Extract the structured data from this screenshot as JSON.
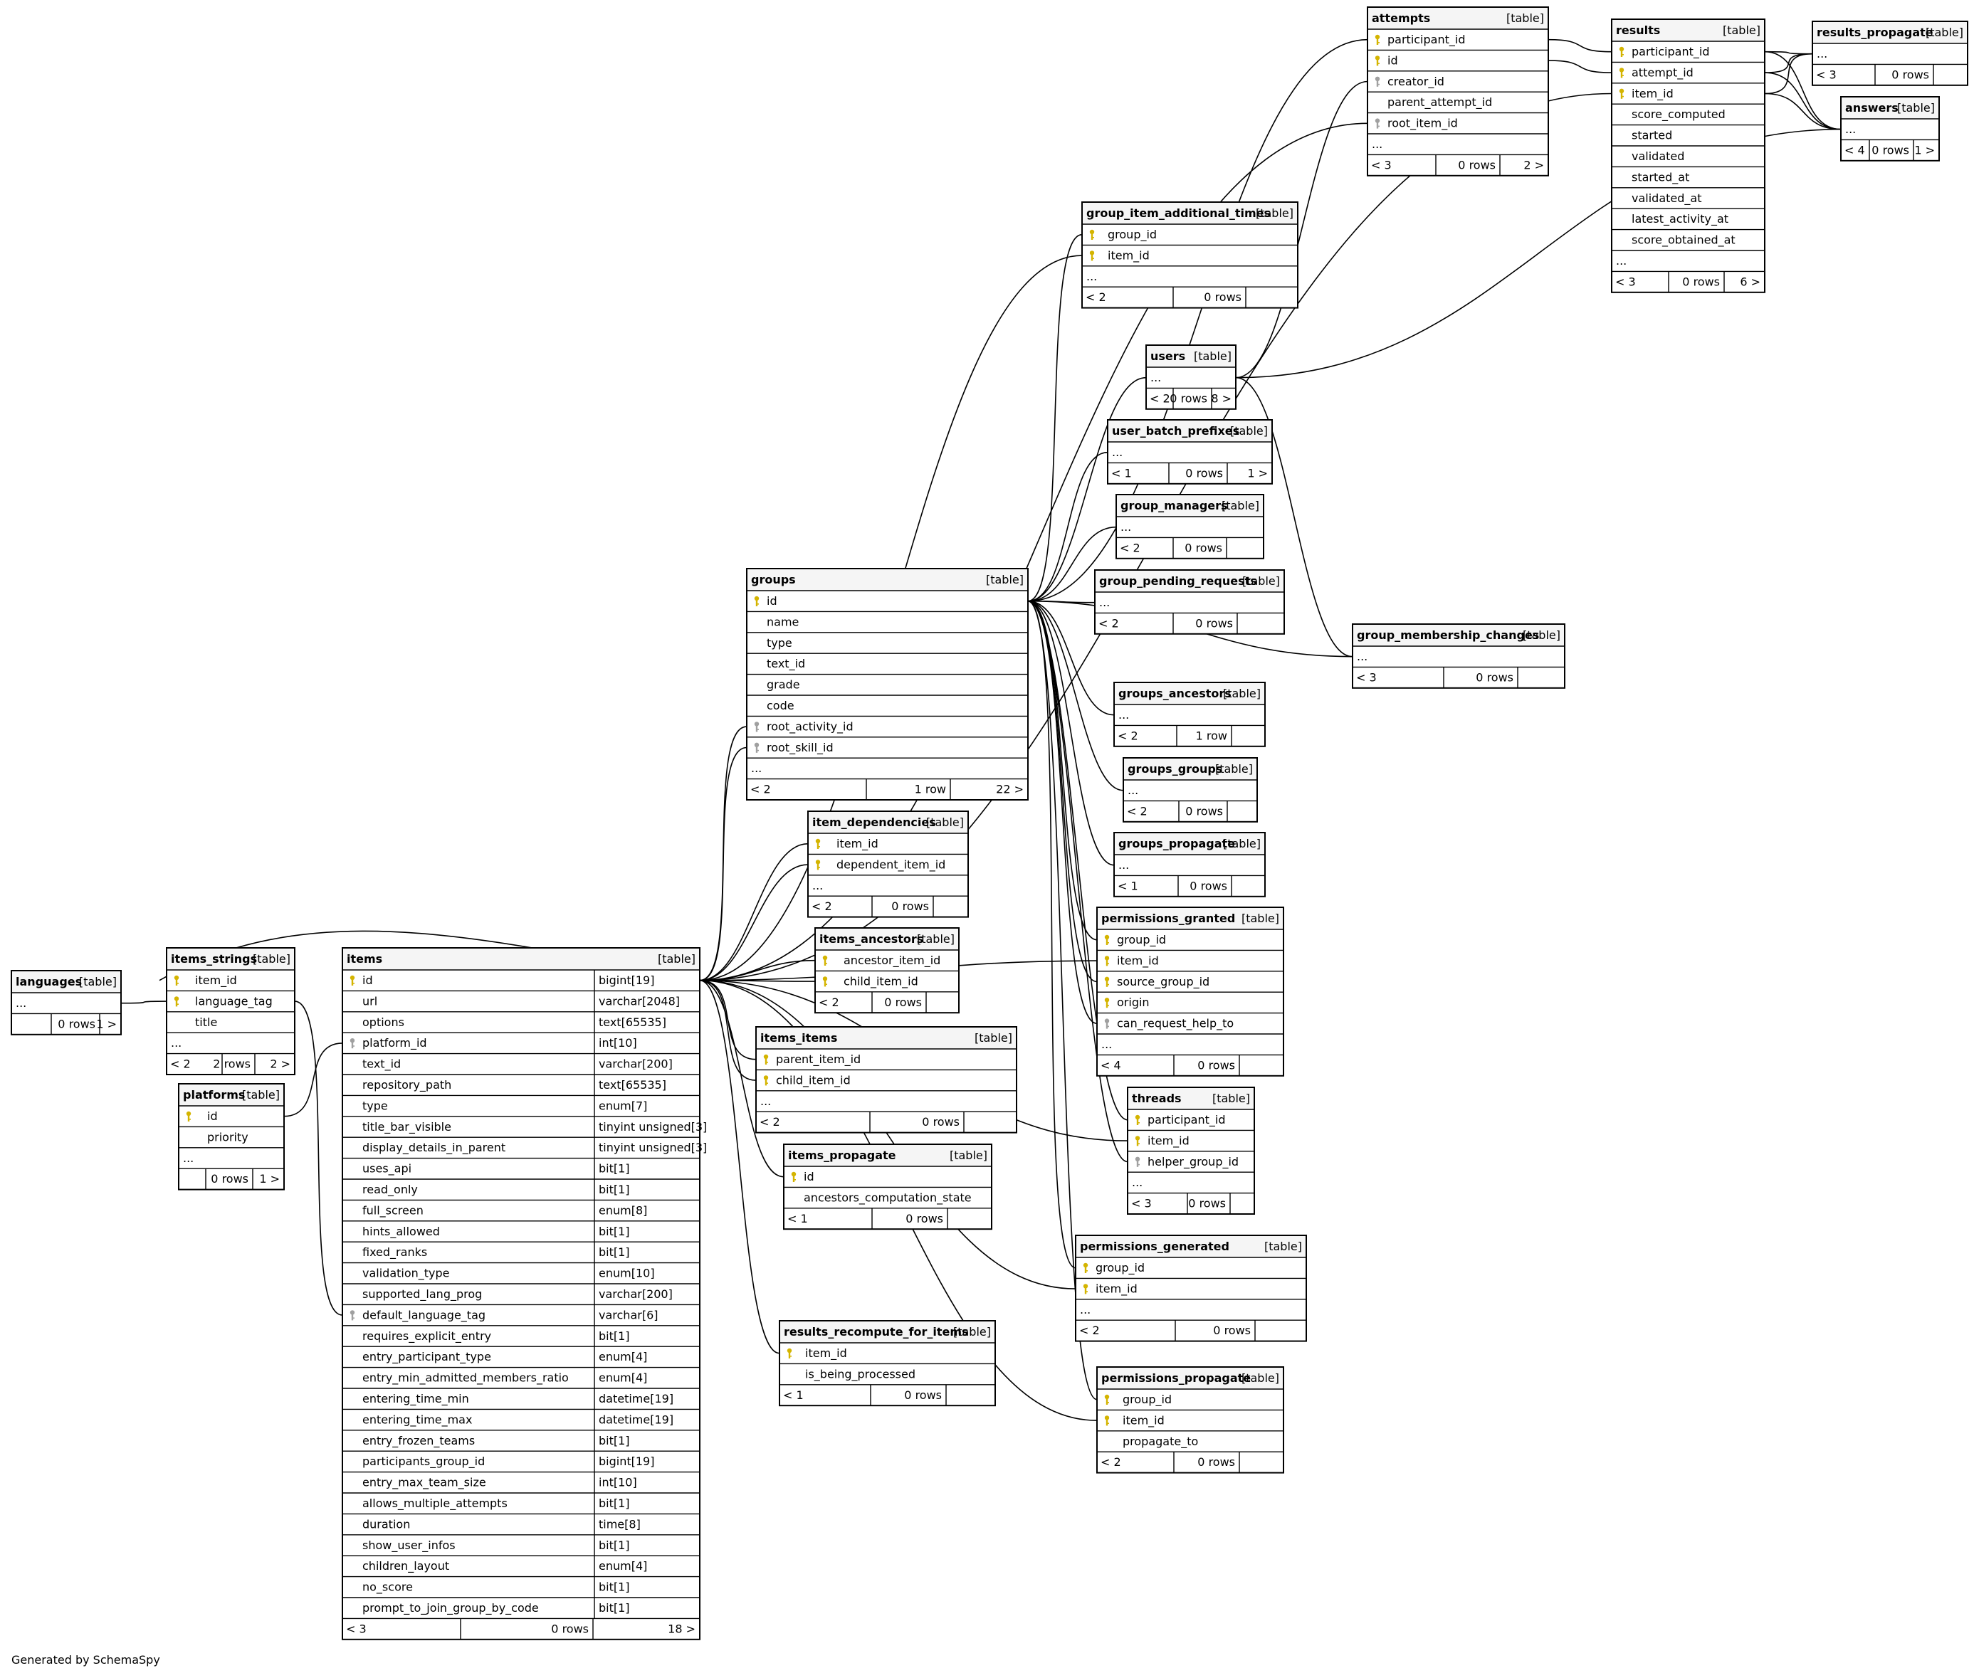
{
  "footer_text": "Generated by SchemaSpy",
  "colors": {
    "primary_key": "#d4b400",
    "foreign_key": "#a0a0a0",
    "line": "#000000"
  },
  "tables": [
    {
      "name": "languages",
      "tag": "[table]",
      "columns": [
        {
          "name": "...",
          "key": ""
        }
      ],
      "footer": [
        "",
        "0 rows",
        "1 >"
      ]
    },
    {
      "name": "items_strings",
      "tag": "[table]",
      "columns": [
        {
          "name": "item_id",
          "key": "pk"
        },
        {
          "name": "language_tag",
          "key": "pk"
        },
        {
          "name": "title",
          "key": ""
        },
        {
          "name": "...",
          "key": ""
        }
      ],
      "footer": [
        "< 2",
        "2 rows",
        "2 >"
      ]
    },
    {
      "name": "platforms",
      "tag": "[table]",
      "columns": [
        {
          "name": "id",
          "key": "pk"
        },
        {
          "name": "priority",
          "key": ""
        },
        {
          "name": "...",
          "key": ""
        }
      ],
      "footer": [
        "",
        "0 rows",
        "1 >"
      ]
    },
    {
      "name": "items",
      "tag": "[table]",
      "columns": [
        {
          "name": "id",
          "key": "pk",
          "type": "bigint[19]"
        },
        {
          "name": "url",
          "key": "",
          "type": "varchar[2048]"
        },
        {
          "name": "options",
          "key": "",
          "type": "text[65535]"
        },
        {
          "name": "platform_id",
          "key": "fk",
          "type": "int[10]"
        },
        {
          "name": "text_id",
          "key": "",
          "type": "varchar[200]"
        },
        {
          "name": "repository_path",
          "key": "",
          "type": "text[65535]"
        },
        {
          "name": "type",
          "key": "",
          "type": "enum[7]"
        },
        {
          "name": "title_bar_visible",
          "key": "",
          "type": "tinyint unsigned[3]"
        },
        {
          "name": "display_details_in_parent",
          "key": "",
          "type": "tinyint unsigned[3]"
        },
        {
          "name": "uses_api",
          "key": "",
          "type": "bit[1]"
        },
        {
          "name": "read_only",
          "key": "",
          "type": "bit[1]"
        },
        {
          "name": "full_screen",
          "key": "",
          "type": "enum[8]"
        },
        {
          "name": "hints_allowed",
          "key": "",
          "type": "bit[1]"
        },
        {
          "name": "fixed_ranks",
          "key": "",
          "type": "bit[1]"
        },
        {
          "name": "validation_type",
          "key": "",
          "type": "enum[10]"
        },
        {
          "name": "supported_lang_prog",
          "key": "",
          "type": "varchar[200]"
        },
        {
          "name": "default_language_tag",
          "key": "fk",
          "type": "varchar[6]"
        },
        {
          "name": "requires_explicit_entry",
          "key": "",
          "type": "bit[1]"
        },
        {
          "name": "entry_participant_type",
          "key": "",
          "type": "enum[4]"
        },
        {
          "name": "entry_min_admitted_members_ratio",
          "key": "",
          "type": "enum[4]"
        },
        {
          "name": "entering_time_min",
          "key": "",
          "type": "datetime[19]"
        },
        {
          "name": "entering_time_max",
          "key": "",
          "type": "datetime[19]"
        },
        {
          "name": "entry_frozen_teams",
          "key": "",
          "type": "bit[1]"
        },
        {
          "name": "participants_group_id",
          "key": "",
          "type": "bigint[19]"
        },
        {
          "name": "entry_max_team_size",
          "key": "",
          "type": "int[10]"
        },
        {
          "name": "allows_multiple_attempts",
          "key": "",
          "type": "bit[1]"
        },
        {
          "name": "duration",
          "key": "",
          "type": "time[8]"
        },
        {
          "name": "show_user_infos",
          "key": "",
          "type": "bit[1]"
        },
        {
          "name": "children_layout",
          "key": "",
          "type": "enum[4]"
        },
        {
          "name": "no_score",
          "key": "",
          "type": "bit[1]"
        },
        {
          "name": "prompt_to_join_group_by_code",
          "key": "",
          "type": "bit[1]"
        }
      ],
      "footer": [
        "< 3",
        "0 rows",
        "18 >"
      ]
    },
    {
      "name": "groups",
      "tag": "[table]",
      "columns": [
        {
          "name": "id",
          "key": "pk"
        },
        {
          "name": "name",
          "key": ""
        },
        {
          "name": "type",
          "key": ""
        },
        {
          "name": "text_id",
          "key": ""
        },
        {
          "name": "grade",
          "key": ""
        },
        {
          "name": "code",
          "key": ""
        },
        {
          "name": "root_activity_id",
          "key": "fk"
        },
        {
          "name": "root_skill_id",
          "key": "fk"
        },
        {
          "name": "...",
          "key": ""
        }
      ],
      "footer": [
        "< 2",
        "1 row",
        "22 >"
      ]
    },
    {
      "name": "item_dependencies",
      "tag": "[table]",
      "columns": [
        {
          "name": "item_id",
          "key": "pk"
        },
        {
          "name": "dependent_item_id",
          "key": "pk"
        },
        {
          "name": "...",
          "key": ""
        }
      ],
      "footer": [
        "< 2",
        "0 rows",
        ""
      ]
    },
    {
      "name": "items_ancestors",
      "tag": "[table]",
      "columns": [
        {
          "name": "ancestor_item_id",
          "key": "pk"
        },
        {
          "name": "child_item_id",
          "key": "pk"
        }
      ],
      "footer": [
        "< 2",
        "0 rows",
        ""
      ]
    },
    {
      "name": "items_items",
      "tag": "[table]",
      "columns": [
        {
          "name": "parent_item_id",
          "key": "pk"
        },
        {
          "name": "child_item_id",
          "key": "pk"
        },
        {
          "name": "...",
          "key": ""
        }
      ],
      "footer": [
        "< 2",
        "0 rows",
        ""
      ]
    },
    {
      "name": "items_propagate",
      "tag": "[table]",
      "columns": [
        {
          "name": "id",
          "key": "pk"
        },
        {
          "name": "ancestors_computation_state",
          "key": ""
        }
      ],
      "footer": [
        "< 1",
        "0 rows",
        ""
      ]
    },
    {
      "name": "results_recompute_for_items",
      "tag": "[table]",
      "columns": [
        {
          "name": "item_id",
          "key": "pk"
        },
        {
          "name": "is_being_processed",
          "key": ""
        }
      ],
      "footer": [
        "< 1",
        "0 rows",
        ""
      ]
    },
    {
      "name": "group_item_additional_times",
      "tag": "[table]",
      "columns": [
        {
          "name": "group_id",
          "key": "pk"
        },
        {
          "name": "item_id",
          "key": "pk"
        },
        {
          "name": "...",
          "key": ""
        }
      ],
      "footer": [
        "< 2",
        "0 rows",
        ""
      ]
    },
    {
      "name": "users",
      "tag": "[table]",
      "columns": [
        {
          "name": "...",
          "key": ""
        }
      ],
      "footer": [
        "< 2",
        "0 rows",
        "8 >"
      ]
    },
    {
      "name": "user_batch_prefixes",
      "tag": "[table]",
      "columns": [
        {
          "name": "...",
          "key": ""
        }
      ],
      "footer": [
        "< 1",
        "0 rows",
        "1 >"
      ]
    },
    {
      "name": "group_managers",
      "tag": "[table]",
      "columns": [
        {
          "name": "...",
          "key": ""
        }
      ],
      "footer": [
        "< 2",
        "0 rows",
        ""
      ]
    },
    {
      "name": "group_pending_requests",
      "tag": "[table]",
      "columns": [
        {
          "name": "...",
          "key": ""
        }
      ],
      "footer": [
        "< 2",
        "0 rows",
        ""
      ]
    },
    {
      "name": "group_membership_changes",
      "tag": "[table]",
      "columns": [
        {
          "name": "...",
          "key": ""
        }
      ],
      "footer": [
        "< 3",
        "0 rows",
        ""
      ]
    },
    {
      "name": "groups_ancestors",
      "tag": "[table]",
      "columns": [
        {
          "name": "...",
          "key": ""
        }
      ],
      "footer": [
        "< 2",
        "1 row",
        ""
      ]
    },
    {
      "name": "groups_groups",
      "tag": "[table]",
      "columns": [
        {
          "name": "...",
          "key": ""
        }
      ],
      "footer": [
        "< 2",
        "0 rows",
        ""
      ]
    },
    {
      "name": "groups_propagate",
      "tag": "[table]",
      "columns": [
        {
          "name": "...",
          "key": ""
        }
      ],
      "footer": [
        "< 1",
        "0 rows",
        ""
      ]
    },
    {
      "name": "permissions_granted",
      "tag": "[table]",
      "columns": [
        {
          "name": "group_id",
          "key": "pk"
        },
        {
          "name": "item_id",
          "key": "pk"
        },
        {
          "name": "source_group_id",
          "key": "pk"
        },
        {
          "name": "origin",
          "key": "pk"
        },
        {
          "name": "can_request_help_to",
          "key": "fk"
        },
        {
          "name": "...",
          "key": ""
        }
      ],
      "footer": [
        "< 4",
        "0 rows",
        ""
      ]
    },
    {
      "name": "threads",
      "tag": "[table]",
      "columns": [
        {
          "name": "participant_id",
          "key": "pk"
        },
        {
          "name": "item_id",
          "key": "pk"
        },
        {
          "name": "helper_group_id",
          "key": "fk"
        },
        {
          "name": "...",
          "key": ""
        }
      ],
      "footer": [
        "< 3",
        "0 rows",
        ""
      ]
    },
    {
      "name": "permissions_generated",
      "tag": "[table]",
      "columns": [
        {
          "name": "group_id",
          "key": "pk"
        },
        {
          "name": "item_id",
          "key": "pk"
        },
        {
          "name": "...",
          "key": ""
        }
      ],
      "footer": [
        "< 2",
        "0 rows",
        ""
      ]
    },
    {
      "name": "permissions_propagate",
      "tag": "[table]",
      "columns": [
        {
          "name": "group_id",
          "key": "pk"
        },
        {
          "name": "item_id",
          "key": "pk"
        },
        {
          "name": "propagate_to",
          "key": ""
        }
      ],
      "footer": [
        "< 2",
        "0 rows",
        ""
      ]
    },
    {
      "name": "attempts",
      "tag": "[table]",
      "columns": [
        {
          "name": "participant_id",
          "key": "pk"
        },
        {
          "name": "id",
          "key": "pk"
        },
        {
          "name": "creator_id",
          "key": "fk"
        },
        {
          "name": "parent_attempt_id",
          "key": ""
        },
        {
          "name": "root_item_id",
          "key": "fk"
        },
        {
          "name": "...",
          "key": ""
        }
      ],
      "footer": [
        "< 3",
        "0 rows",
        "2 >"
      ]
    },
    {
      "name": "results",
      "tag": "[table]",
      "columns": [
        {
          "name": "participant_id",
          "key": "pk"
        },
        {
          "name": "attempt_id",
          "key": "pk"
        },
        {
          "name": "item_id",
          "key": "pk"
        },
        {
          "name": "score_computed",
          "key": ""
        },
        {
          "name": "started",
          "key": ""
        },
        {
          "name": "validated",
          "key": ""
        },
        {
          "name": "started_at",
          "key": ""
        },
        {
          "name": "validated_at",
          "key": ""
        },
        {
          "name": "latest_activity_at",
          "key": ""
        },
        {
          "name": "score_obtained_at",
          "key": ""
        },
        {
          "name": "...",
          "key": ""
        }
      ],
      "footer": [
        "< 3",
        "0 rows",
        "6 >"
      ]
    },
    {
      "name": "results_propagate",
      "tag": "[table]",
      "columns": [
        {
          "name": "...",
          "key": ""
        }
      ],
      "footer": [
        "< 3",
        "0 rows",
        ""
      ]
    },
    {
      "name": "answers",
      "tag": "[table]",
      "columns": [
        {
          "name": "...",
          "key": ""
        }
      ],
      "footer": [
        "< 4",
        "0 rows",
        "1 >"
      ]
    }
  ]
}
